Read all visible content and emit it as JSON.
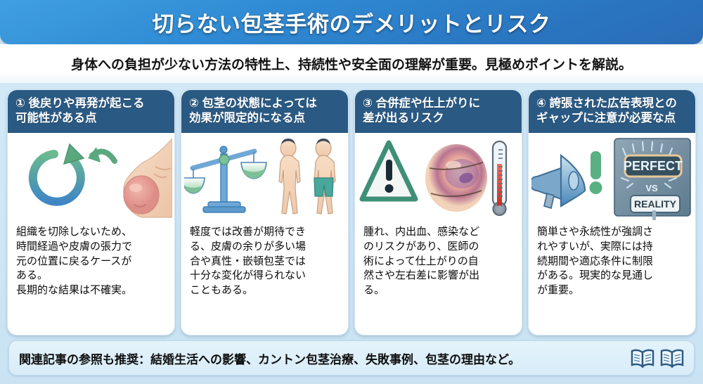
{
  "header": {
    "title": "切らない包茎手術のデメリットとリスク",
    "bg_color_light": "#3f9fe0",
    "bg_color_dark": "#2b6db6"
  },
  "subtitle": {
    "text": "身体への負担が少ない方法の特性上、持続性や安全面の理解が重要。見極めポイントを解説。"
  },
  "cards": [
    {
      "number": "①",
      "title": "① 後戻りや再発が起こる\n可能性がある点",
      "icons": [
        "refresh-cycle-icon",
        "curved-arrow-icon",
        "penis-illustration"
      ],
      "body": "組織を切除しないため、\n時間経過や皮膚の張力で\n元の位置に戻るケースが\nある。\n長期的な結果は不確実。"
    },
    {
      "number": "②",
      "title": "② 包茎の状態によっては\n効果が限定的になる点",
      "icons": [
        "balance-scale-icon",
        "male-figure-nude",
        "male-figure-shorts"
      ],
      "body": "軽度では改善が期待でき\nる、皮膚の余りが多い場\n合や真性・嵌頓包茎では\n十分な変化が得られない\nこともある。"
    },
    {
      "number": "③",
      "title": "③ 合併症や仕上がりに\n差が出るリスク",
      "icons": [
        "warning-triangle-icon",
        "bruised-skin-illustration",
        "thermometer-icon"
      ],
      "body": "腫れ、内出血、感染など\nのリスクがあり、医師の\n術によって仕上がりの自\n然さや左右差に影響が出\nる。"
    },
    {
      "number": "④",
      "title": "④ 誇張された広告表現との\nギャップに注意が必要な点",
      "icons": [
        "megaphone-icon",
        "exclamation-mark-icon",
        "perfect-vs-reality-sign"
      ],
      "body": "簡単さや永続性が強調さ\nれやすいが、実際には持\n続期間や適応条件に制限\nがある。現実的な見通し\nが重要。"
    }
  ],
  "sign": {
    "perfect_label": "PERFECT",
    "vs_label": "VS",
    "reality_label": "REALITY"
  },
  "footer": {
    "text": "関連記事の参照も推奨：結婚生活への影響、カントン包茎治療、失敗事例、包茎の理由など。",
    "icons": [
      "open-book-icon",
      "open-book-icon"
    ]
  },
  "colors": {
    "page_bg": "#cfe7f5",
    "card_header": "#2a5a84",
    "card_bg": "#ffffff",
    "accent_green": "#5fae8a",
    "accent_blue": "#3d85c6"
  }
}
